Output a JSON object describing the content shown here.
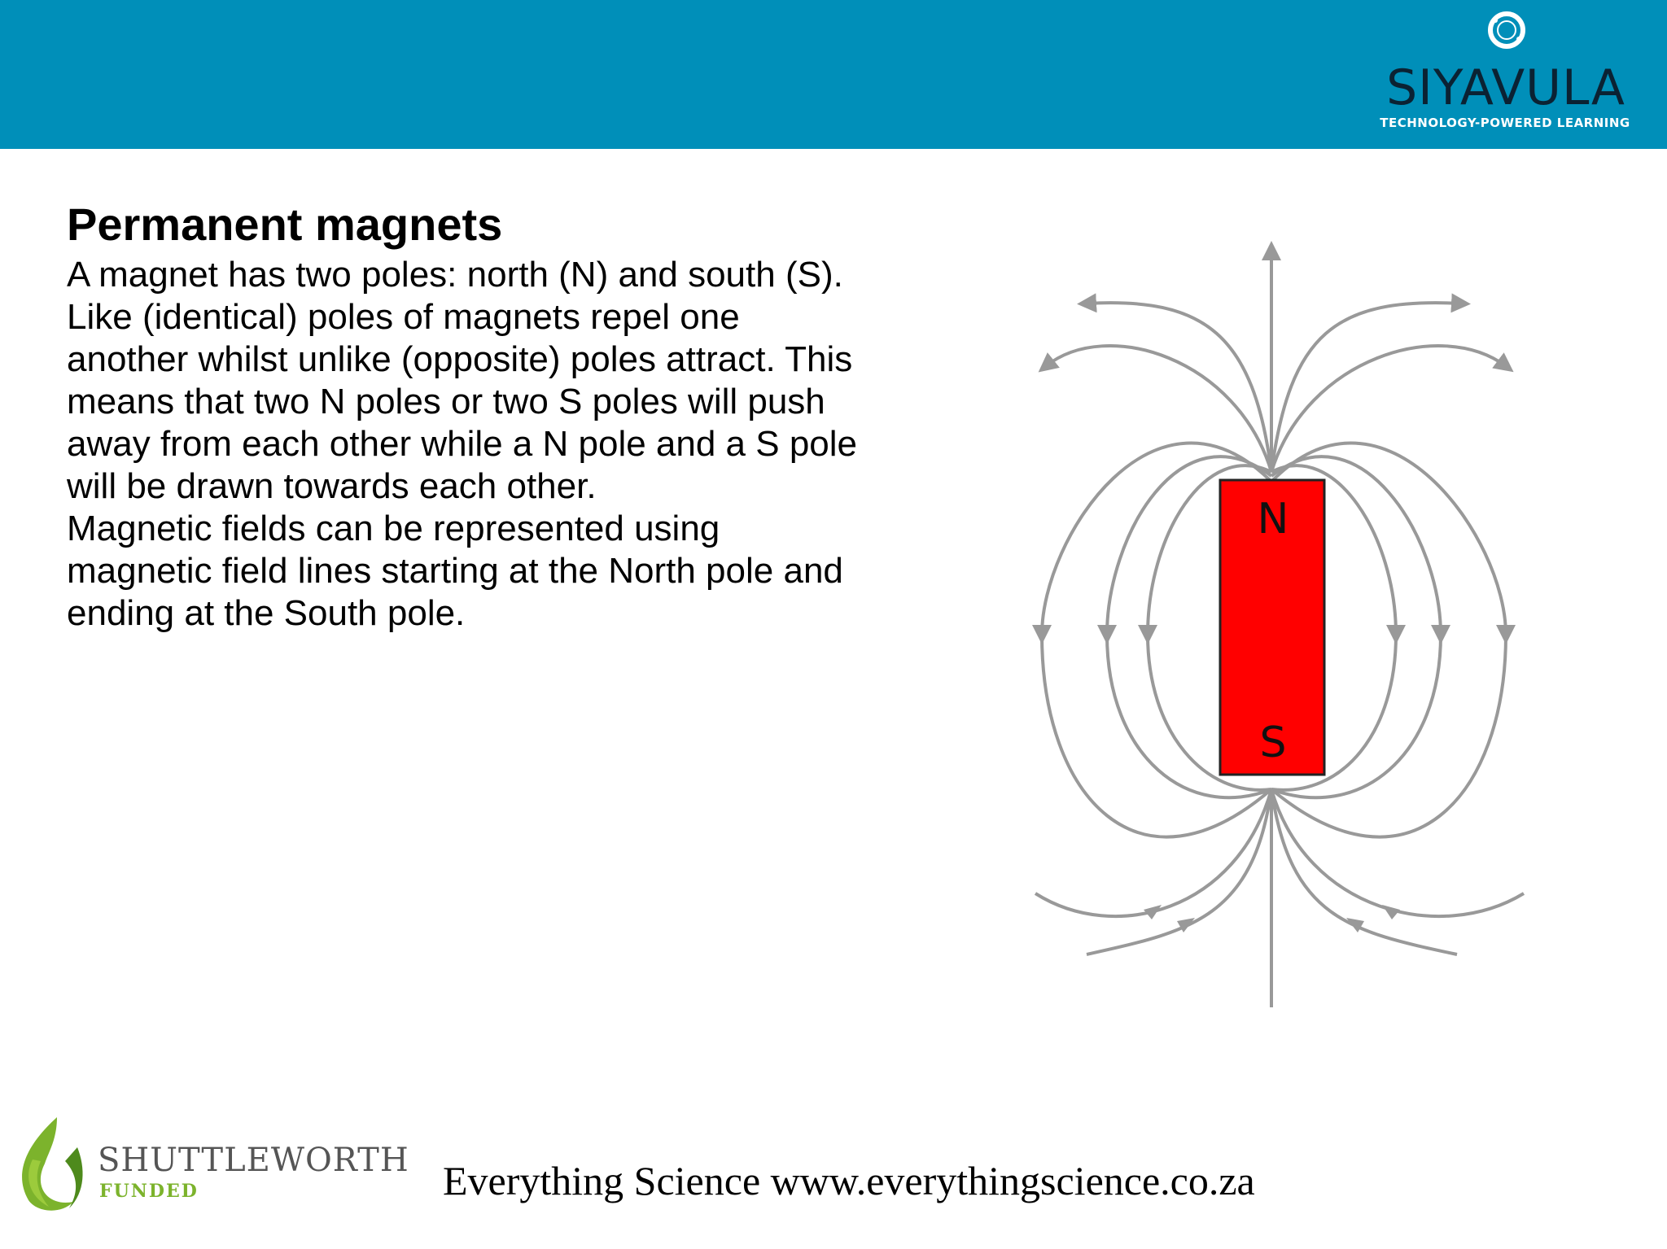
{
  "header": {
    "brand_name": "SIYAVULA",
    "brand_tagline": "TECHNOLOGY-POWERED LEARNING",
    "background_color": "#008fb9"
  },
  "slide": {
    "title": "Permanent magnets",
    "paragraphs": [
      "A magnet has two poles: north (N) and south (S).\nLike (identical) poles of magnets repel one\nanother whilst unlike (opposite) poles attract. This\nmeans that two N poles or two S poles will push\naway from each other while a N pole and a S pole\nwill be drawn towards each other.",
      "Magnetic fields can be represented using\nmagnetic field lines starting at the North pole and\nending at the South pole."
    ]
  },
  "diagram": {
    "magnet_color": "#ff0000",
    "field_line_color": "#999999",
    "north_label": "N",
    "south_label": "S"
  },
  "footer": {
    "sponsor_name": "SHUTTLEWORTH",
    "sponsor_sub": "FUNDED",
    "text": "Everything Science www.everythingscience.co.za"
  }
}
